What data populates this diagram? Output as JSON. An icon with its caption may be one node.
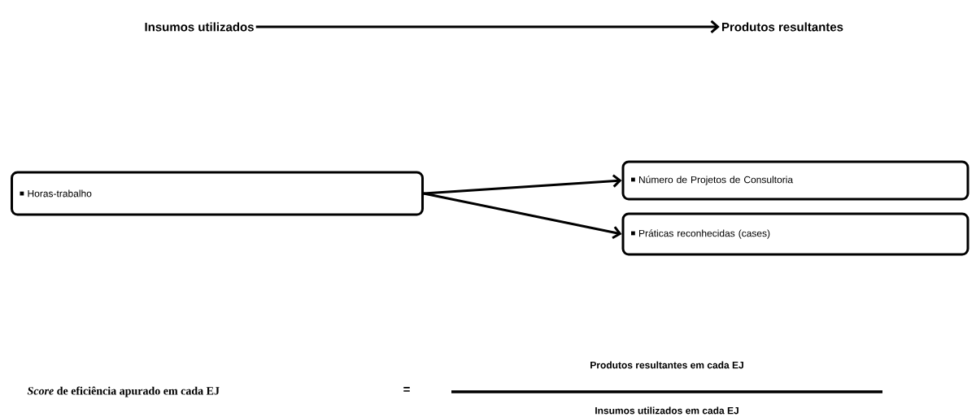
{
  "diagram": {
    "nodes": [
      {
        "text": [
          "Insumos utilizados"
        ]
      },
      {
        "text": [
          "Produtos resultantes"
        ]
      },
      {
        "text": [
          "Horas-trabalho"
        ]
      },
      {
        "text": [
          "Número de Projetos de Consultoria"
        ]
      },
      {
        "text": [
          "Práticas reconhecidas (cases)"
        ]
      }
    ],
    "edges": [
      {
        "from": 0,
        "to": 1,
        "arrow": "to"
      },
      {
        "from": 2,
        "to": 3,
        "arrow": "to"
      },
      {
        "from": 2,
        "to": 4,
        "arrow": "to"
      }
    ],
    "labels": [
      "*Score* de eficiência apurado em cada EJ",
      "=",
      "Produtos resultantes em cada EJ",
      "Insumos utilizados em cada EJ"
    ]
  }
}
